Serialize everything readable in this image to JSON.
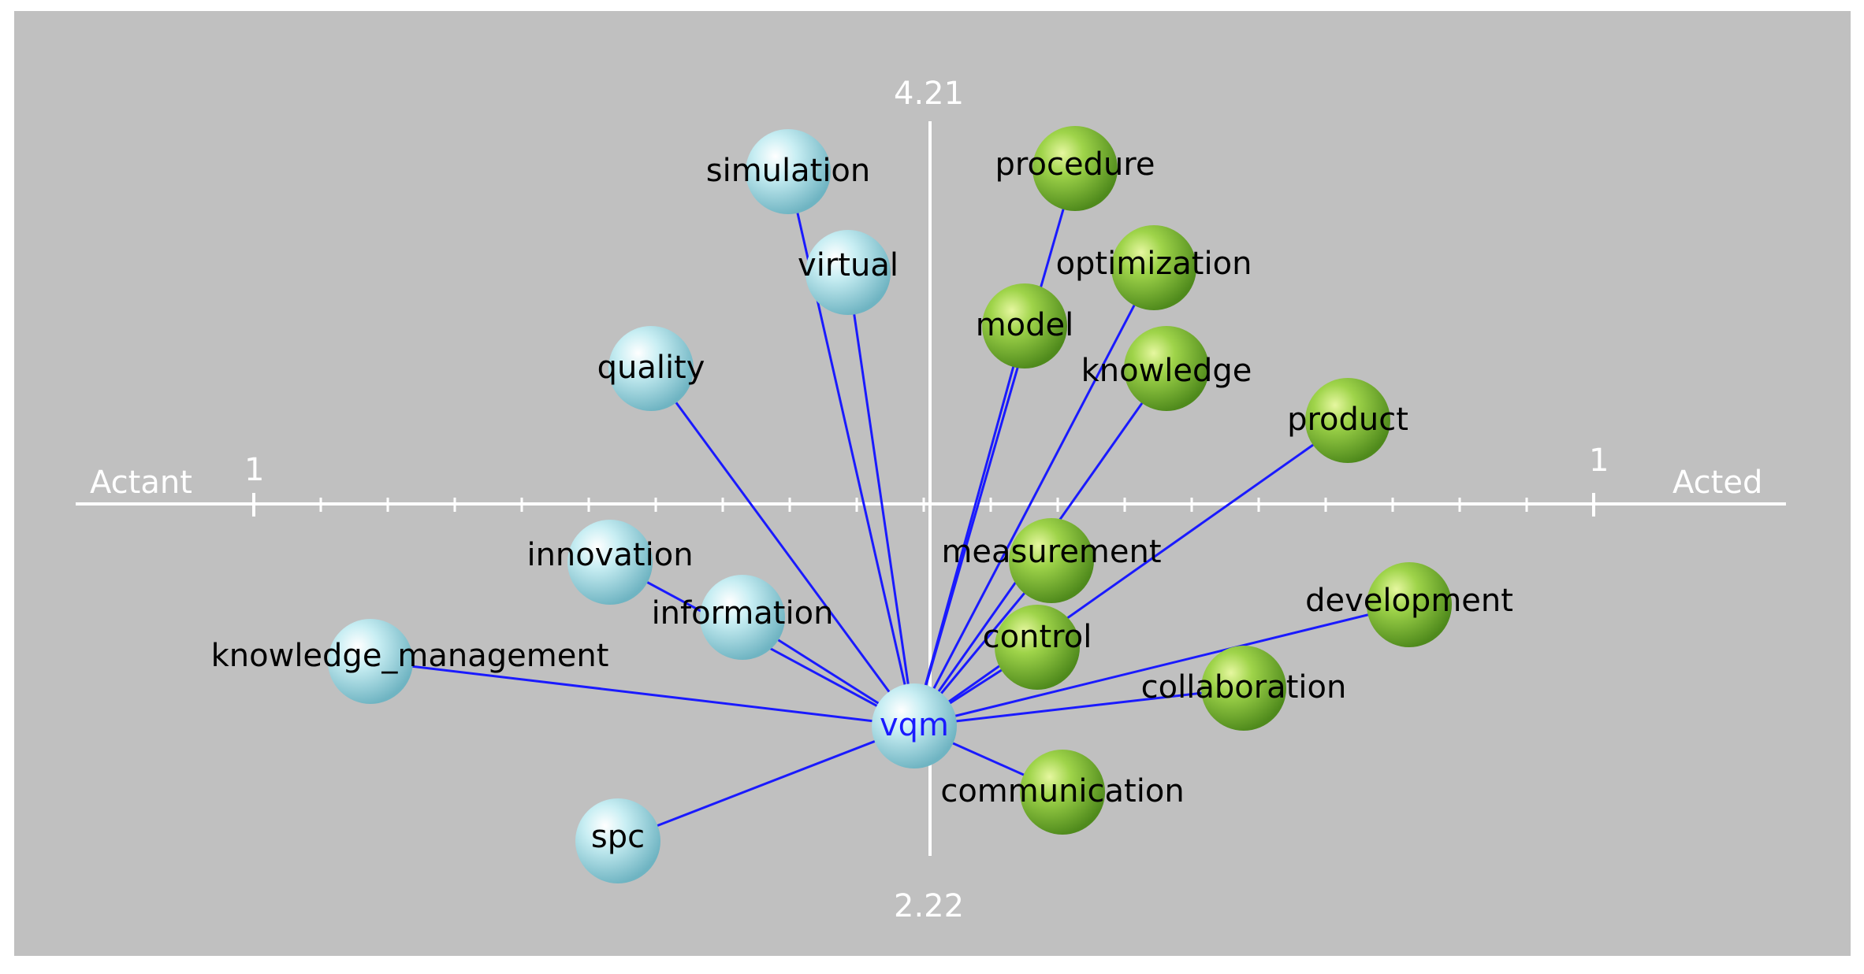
{
  "axes": {
    "left_label": "Actant",
    "right_label": "Acted",
    "top_value": "4.21",
    "bottom_value": "2.22",
    "left_tick_label": "1",
    "right_tick_label": "1"
  },
  "colors": {
    "background": "#c0c0c0",
    "axis": "#ffffff",
    "edge": "#1a1aff",
    "actant_node": "#a8dde6",
    "acted_node": "#86c43a",
    "center_label": "#1a1aff"
  },
  "center_node": {
    "label": "vqm"
  },
  "actant_nodes": [
    {
      "id": "simulation",
      "label": "simulation"
    },
    {
      "id": "virtual",
      "label": "virtual"
    },
    {
      "id": "quality",
      "label": "quality"
    },
    {
      "id": "innovation",
      "label": "innovation"
    },
    {
      "id": "information",
      "label": "information"
    },
    {
      "id": "knowledge_management",
      "label": "knowledge_management"
    },
    {
      "id": "spc",
      "label": "spc"
    }
  ],
  "acted_nodes": [
    {
      "id": "procedure",
      "label": "procedure"
    },
    {
      "id": "optimization",
      "label": "optimization"
    },
    {
      "id": "model",
      "label": "model"
    },
    {
      "id": "knowledge",
      "label": "knowledge"
    },
    {
      "id": "product",
      "label": "product"
    },
    {
      "id": "measurement",
      "label": "measurement"
    },
    {
      "id": "development",
      "label": "development"
    },
    {
      "id": "control",
      "label": "control"
    },
    {
      "id": "collaboration",
      "label": "collaboration"
    },
    {
      "id": "communication",
      "label": "communication"
    }
  ]
}
